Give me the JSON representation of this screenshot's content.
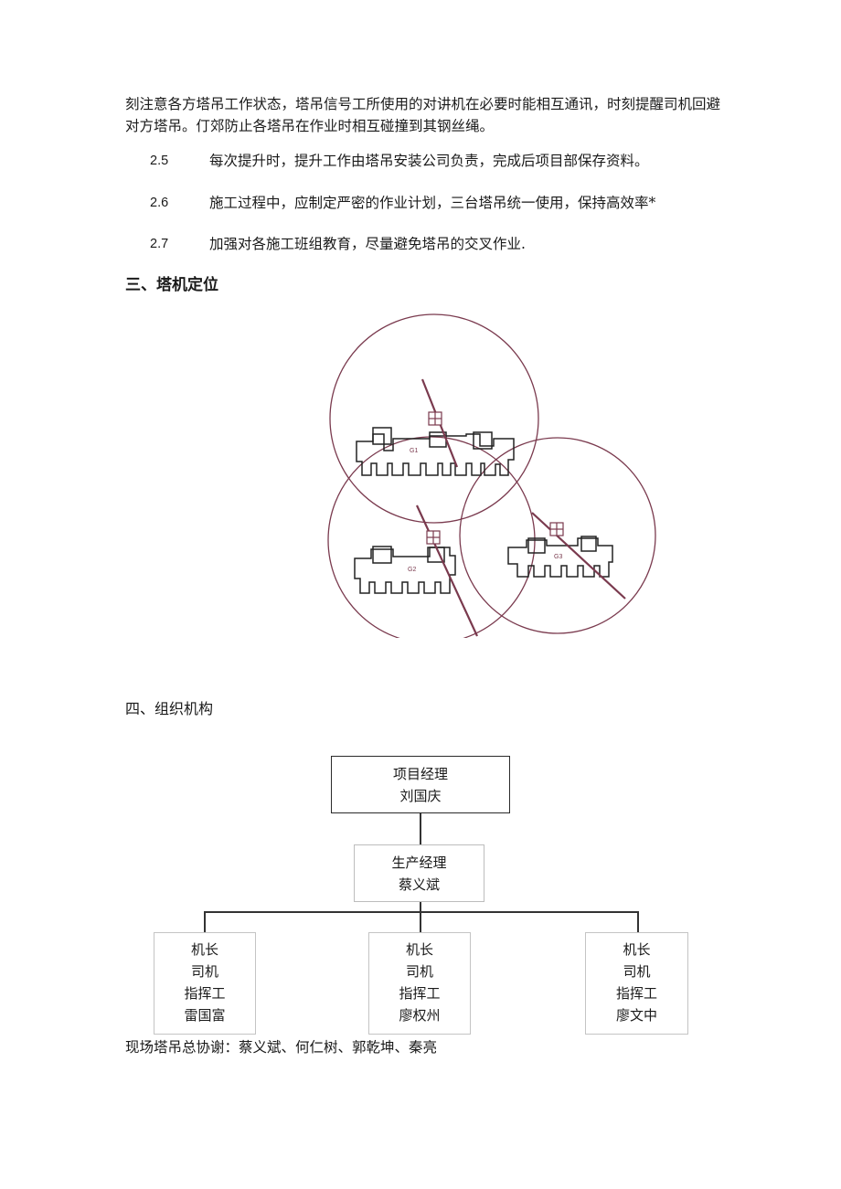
{
  "intro_paragraph": "刻注意各方塔吊工作状态，塔吊信号工所使用的对讲机在必要时能相互通讯，时刻提醒司机回避对方塔吊。仃郊防止各塔吊在作业时相互碰撞到其钢丝绳。",
  "items": [
    {
      "num": "2.5",
      "text": "每次提升时，提升工作由塔吊安装公司负责，完成后项目部保存资料。"
    },
    {
      "num": "2.6",
      "text": "施工过程中，应制定严密的作业计划，三台塔吊统一使用，保持高效率*"
    },
    {
      "num": "2.7",
      "text": "加强对各施工班组教育，尽量避免塔吊的交叉作业."
    }
  ],
  "section3_title": "三、塔机定位",
  "crane_labels": [
    "G1",
    "G2",
    "G3"
  ],
  "crane_color": "#7a3a4e",
  "section4_title": "四、组织机构",
  "org": {
    "top": {
      "title": "项目经理",
      "name": "刘国庆"
    },
    "mid": {
      "title": "生产经理",
      "name": "蔡义斌"
    },
    "leaves": [
      {
        "r1": "机长",
        "r2": "司机",
        "r3": "指挥工",
        "name": "雷国富"
      },
      {
        "r1": "机长",
        "r2": "司机",
        "r3": "指挥工",
        "name": "廖权州"
      },
      {
        "r1": "机长",
        "r2": "司机",
        "r3": "指挥工",
        "name": "廖文中"
      }
    ]
  },
  "footer_note": "现场塔吊总协谢：蔡义斌、何仁树、郭乾坤、秦亮"
}
